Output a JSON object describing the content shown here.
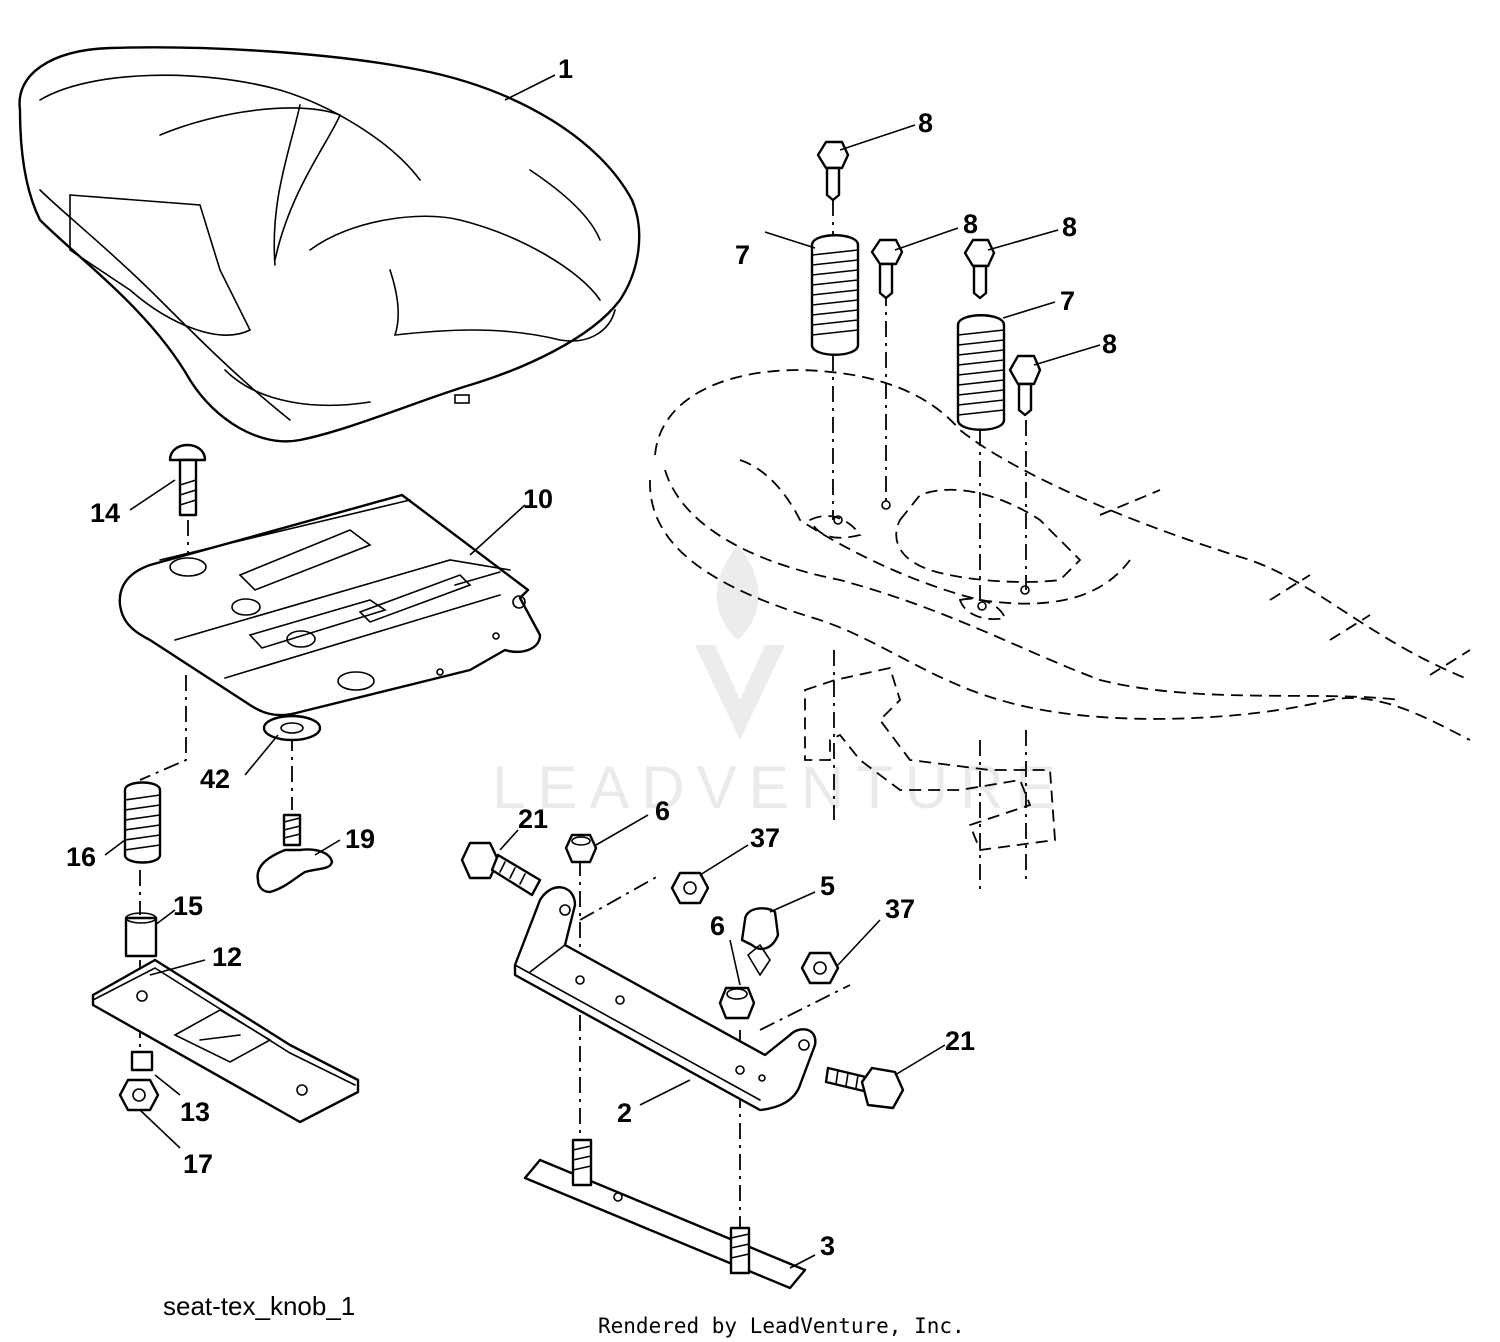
{
  "watermark": "LEADVENTURE",
  "caption": "seat-tex_knob_1",
  "credit": "Rendered by LeadVenture, Inc.",
  "callouts": {
    "seat": "1",
    "seat_bracket": "2",
    "base_plate": "3",
    "clip": "5",
    "nut_6a": "6",
    "nut_6b": "6",
    "spring_7a": "7",
    "spring_7b": "7",
    "bolt_8a": "8",
    "bolt_8b": "8",
    "bolt_8c": "8",
    "bolt_8d": "8",
    "seat_pan": "10",
    "slide_plate": "12",
    "nut_13": "13",
    "carriage_bolt": "14",
    "spacer": "15",
    "spring_16": "16",
    "nut_17": "17",
    "knob": "19",
    "bolt_21a": "21",
    "bolt_21b": "21",
    "nut_37a": "37",
    "nut_37b": "37",
    "washer": "42"
  }
}
